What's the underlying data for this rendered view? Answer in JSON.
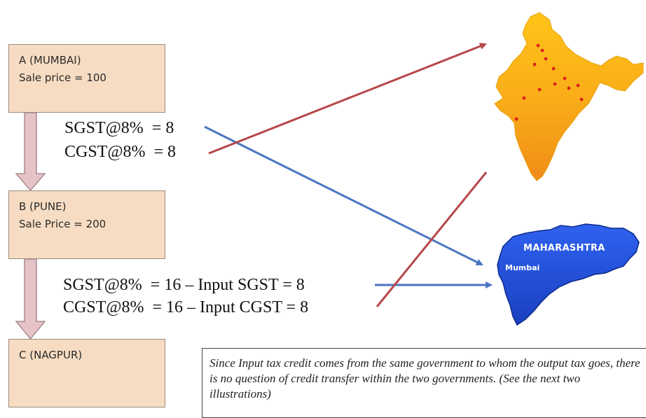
{
  "boxes": {
    "a": {
      "title": "A (MUMBAI)",
      "detail": "Sale price = 100"
    },
    "b": {
      "title": "B (PUNE)",
      "detail": "Sale Price = 200"
    },
    "c": {
      "title": "C (NAGPUR)"
    }
  },
  "taxes": {
    "first": {
      "sgst": "SGST@8%  = 8",
      "cgst": "CGST@8%  = 8"
    },
    "second": {
      "sgst": "SGST@8%  = 16 – Input SGST = 8",
      "cgst": "CGST@8%  = 16 – Input CGST = 8"
    }
  },
  "maps": {
    "maharashtra_label": "MAHARASHTRA",
    "mumbai_label": "Mumbai",
    "india_icon": "india-map-icon",
    "maharashtra_icon": "maharashtra-map-icon"
  },
  "note": "Since Input tax credit comes from the same government to whom the output tax goes, there is no question of credit transfer within the two governments.  (See the next two illustrations)",
  "colors": {
    "box_fill": "#f6dcc2",
    "state_arrow": "#4a76c0",
    "central_arrow": "#b7474a",
    "flow_arrow": "#e6c3c6",
    "india_map": "#f8a818",
    "maharashtra_map": "#1f4fd8"
  }
}
